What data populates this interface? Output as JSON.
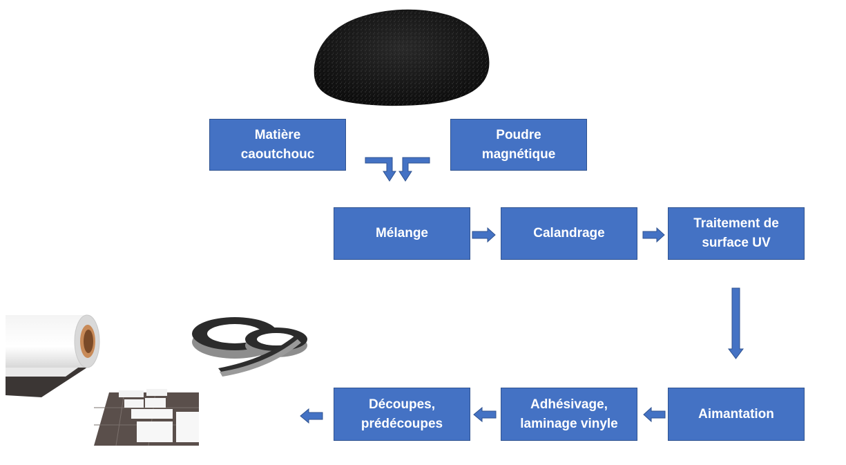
{
  "nodes": {
    "rubber": {
      "line1": "Matière",
      "line2": "caoutchouc"
    },
    "powder": {
      "line1": "Poudre",
      "line2": "magnétique"
    },
    "mixing": {
      "label": "Mélange"
    },
    "calendering": {
      "label": "Calandrage"
    },
    "uv_treatment": {
      "line1": "Traitement de",
      "line2": "surface UV"
    },
    "magnetization": {
      "label": "Aimantation"
    },
    "adhesive": {
      "line1": "Adhésivage,",
      "line2": "laminage vinyle"
    },
    "cutting": {
      "line1": "Découpes,",
      "line2": "prédécoupes"
    }
  },
  "colors": {
    "box_fill": "#4472c4",
    "box_border": "#2f528f",
    "arrow": "#4472c4",
    "text": "#ffffff"
  },
  "images": [
    "magnetic-powder-pile",
    "magnetic-sheet-roll",
    "magnetic-tape-rolls",
    "precut-magnetic-sheets"
  ]
}
